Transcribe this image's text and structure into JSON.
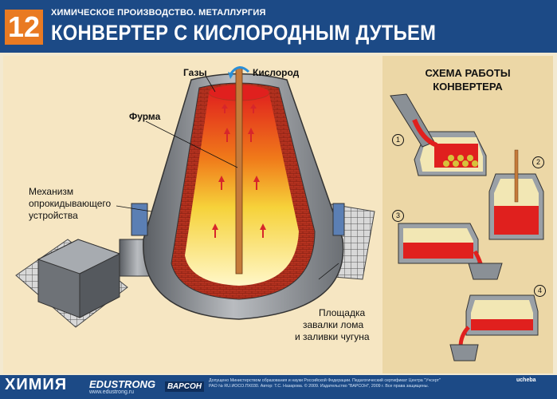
{
  "header": {
    "number": "12",
    "subtitle": "ХИМИЧЕСКОЕ ПРОИЗВОДСТВО. МЕТАЛЛУРГИЯ",
    "title": "КОНВЕРТЕР С КИСЛОРОДНЫМ ДУТЬЕМ"
  },
  "labels": {
    "gases": "Газы",
    "oxygen": "Кислород",
    "lance": "Фурма",
    "mechanism_1": "Механизм",
    "mechanism_2": "опрокидывающего",
    "mechanism_3": "устройства",
    "platform_1": "Площадка",
    "platform_2": "завалки лома",
    "platform_3": "и заливки чугуна"
  },
  "scheme": {
    "title_1": "СХЕМА РАБОТЫ",
    "title_2": "КОНВЕРТЕРА",
    "steps": [
      "1",
      "2",
      "3",
      "4"
    ]
  },
  "footer": {
    "brand": "ХИМИЯ",
    "publisher": "EDUSTRONG",
    "site": "www.edustrong.ru",
    "logo": "ВАРСОН",
    "note": "Допущено Министерством образования и науки Российской Федерации. Педагогический сертификат Центра \"Учсерт\" РАО № RU.ИОСО.ПХ030. Автор: Т.С. Назарова. © 2009. Издательство \"ВАРСОН\", 2009 г. Все права защищены.",
    "badge": "ucheba"
  },
  "colors": {
    "header_bg": "#1c4a86",
    "number_bg": "#e97a22",
    "panel_bg": "#ecd7a6",
    "main_bg": "#f6e6c2",
    "metal": "#d7262a",
    "brick": "#b4321f"
  }
}
